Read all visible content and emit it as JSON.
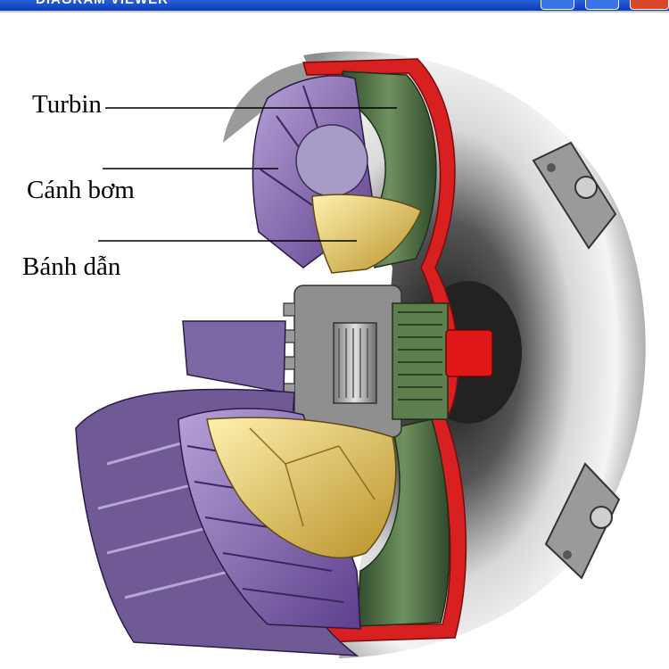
{
  "window": {
    "title": "DIAGRAM VIEWER",
    "buttons": [
      "minimize-button",
      "maximize-button",
      "close-button"
    ]
  },
  "labels": {
    "turbine": "Turbin",
    "pump": "Cánh bơm",
    "stator": "Bánh dẫn"
  },
  "colors": {
    "housing": "#b8b8b8",
    "red_shell": "#d92020",
    "green": "#4f6e3f",
    "purple": "#8e74b8",
    "yellow": "#e5c45a",
    "hub": "#a9a9a9"
  }
}
